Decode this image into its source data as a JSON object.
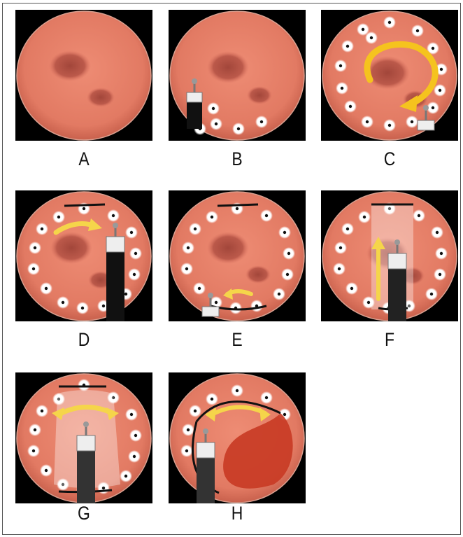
{
  "panels": [
    {
      "label": "A"
    },
    {
      "label": "B"
    },
    {
      "label": "C"
    },
    {
      "label": "D"
    },
    {
      "label": "E"
    },
    {
      "label": "F"
    },
    {
      "label": "G"
    },
    {
      "label": "H"
    }
  ],
  "colors": {
    "tissue": "#e9826a",
    "tissue_edge": "#c9614d",
    "lesion": "#9e3f33",
    "marking_dot_halo": "#ffffff",
    "marking_dot_center": "#111111",
    "arrow": "#f5d54a",
    "background": "#000000"
  }
}
